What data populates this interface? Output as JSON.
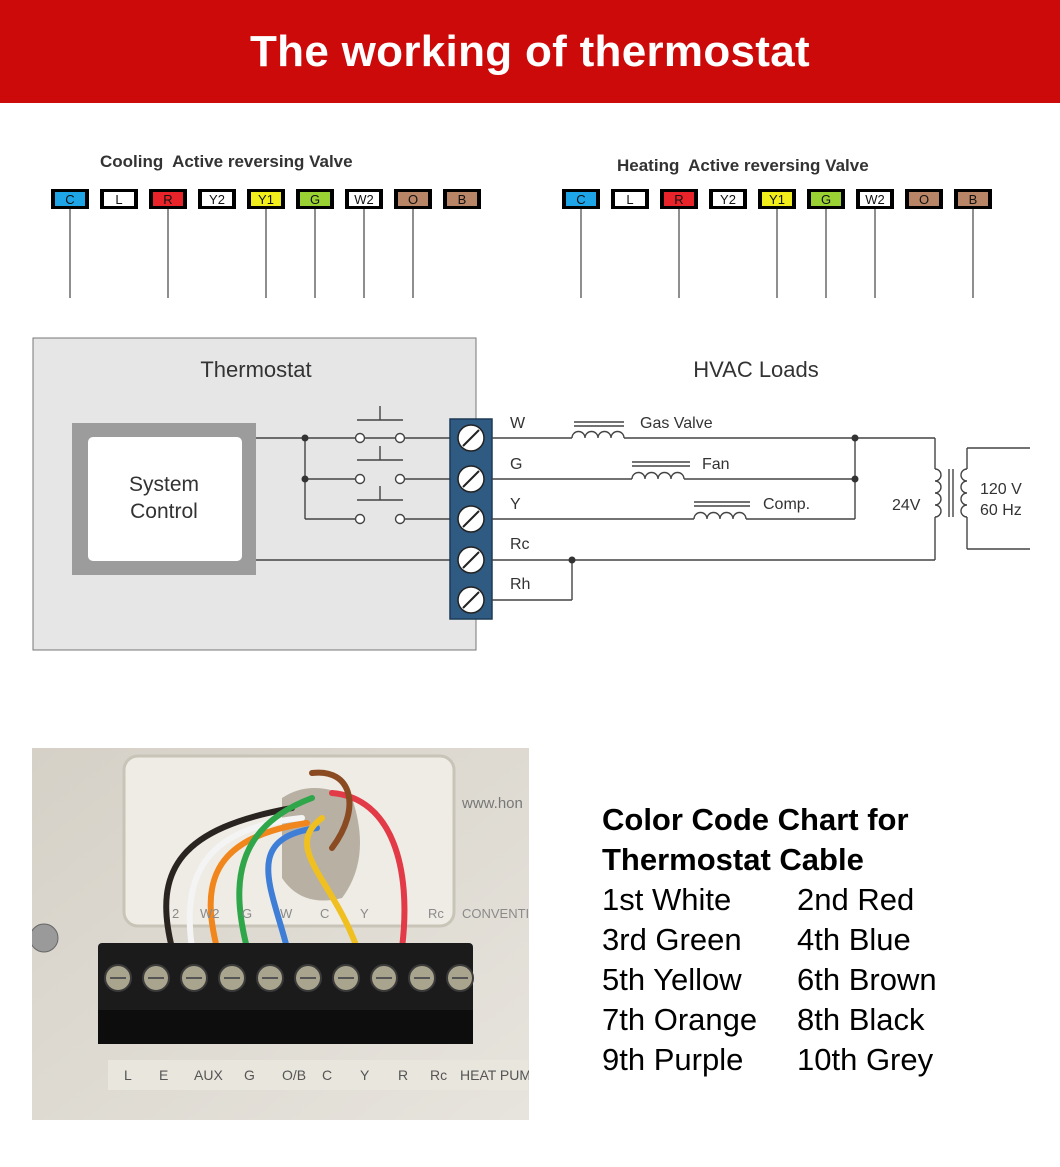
{
  "header": {
    "title": "The working of thermostat"
  },
  "valves": [
    {
      "title": "Cooling  Active reversing Valve",
      "terminals": [
        {
          "label": "C",
          "color": "#1ea5e8"
        },
        {
          "label": "L",
          "color": "#ffffff"
        },
        {
          "label": "R",
          "color": "#e8242a"
        },
        {
          "label": "Y2",
          "color": "#ffffff"
        },
        {
          "label": "Y1",
          "color": "#f2ee1c"
        },
        {
          "label": "G",
          "color": "#9ad133"
        },
        {
          "label": "W2",
          "color": "#ffffff"
        },
        {
          "label": "O",
          "color": "#b88566"
        },
        {
          "label": "B",
          "color": "#b88566"
        }
      ]
    },
    {
      "title": "Heating  Active reversing Valve",
      "terminals": [
        {
          "label": "C",
          "color": "#1ea5e8"
        },
        {
          "label": "L",
          "color": "#ffffff"
        },
        {
          "label": "R",
          "color": "#e8242a"
        },
        {
          "label": "Y2",
          "color": "#ffffff"
        },
        {
          "label": "Y1",
          "color": "#f2ee1c"
        },
        {
          "label": "G",
          "color": "#9ad133"
        },
        {
          "label": "W2",
          "color": "#ffffff"
        },
        {
          "label": "O",
          "color": "#b88566"
        },
        {
          "label": "B",
          "color": "#b88566"
        }
      ]
    }
  ],
  "schematic": {
    "thermostat_title": "Thermostat",
    "system_control": [
      "System",
      "Control"
    ],
    "hvac_title": "HVAC Loads",
    "terminals": [
      "W",
      "G",
      "Y",
      "Rc",
      "Rh"
    ],
    "loads": [
      "Gas Valve",
      "Fan",
      "Comp."
    ],
    "transformer_secondary": "24V",
    "transformer_primary": [
      "120 V",
      "60 Hz"
    ]
  },
  "photo": {
    "bottom_labels": [
      "L",
      "E",
      "AUX",
      "G",
      "O/B",
      "C",
      "Y",
      "R",
      "Rc",
      "HEAT PUM"
    ],
    "top_labels": [
      "2",
      "W2",
      "G",
      "W",
      "C",
      "Y",
      "Rc",
      "CONVENTI"
    ],
    "brand_text": "www.hon",
    "wire_colors": [
      "#2a2420",
      "#f4f4f4",
      "#f0861c",
      "#2fa64a",
      "#3f7ed6",
      "#f0c020",
      "#e23a46",
      "#8a4a22"
    ]
  },
  "color_chart": {
    "title_line1": "Color Code Chart for",
    "title_line2": "Thermostat Cable",
    "rows": [
      [
        "1st White",
        "2nd Red"
      ],
      [
        "3rd Green",
        "4th Blue"
      ],
      [
        "5th Yellow",
        "6th Brown"
      ],
      [
        "7th Orange",
        "8th Black"
      ],
      [
        "9th Purple",
        "10th Grey"
      ]
    ]
  }
}
